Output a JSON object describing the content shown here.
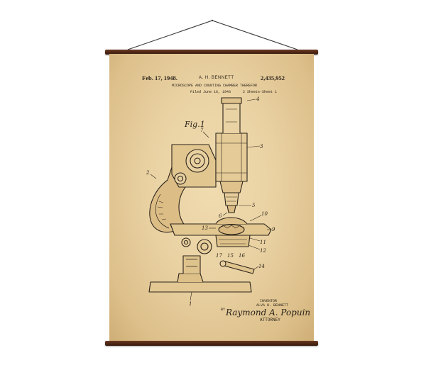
{
  "patent": {
    "date": "Feb. 17, 1948.",
    "inventor_header": "A. H. BENNETT",
    "number": "2,435,952",
    "title": "MICROSCOPE AND COUNTING CHAMBER THEREFOR",
    "filed": "Filed June 16, 1943",
    "sheets": "2 Sheets-Sheet 1",
    "figure_label": "Fig.1"
  },
  "signature_block": {
    "inventor_label": "INVENTOR",
    "inventor_name": "ALVA H. BENNETT",
    "by": "BY",
    "attorney_signature": "Raymond A. Popuin",
    "attorney_label": "ATTORNEY"
  },
  "reference_numerals": [
    "4",
    "7",
    "3",
    "2",
    "5",
    "6",
    "10",
    "13",
    "9",
    "11",
    "12",
    "17",
    "15",
    "16",
    "14",
    "1"
  ],
  "colors": {
    "paper": "#e9d1a2",
    "ink": "#2b241b",
    "rod": "#4a2414"
  }
}
